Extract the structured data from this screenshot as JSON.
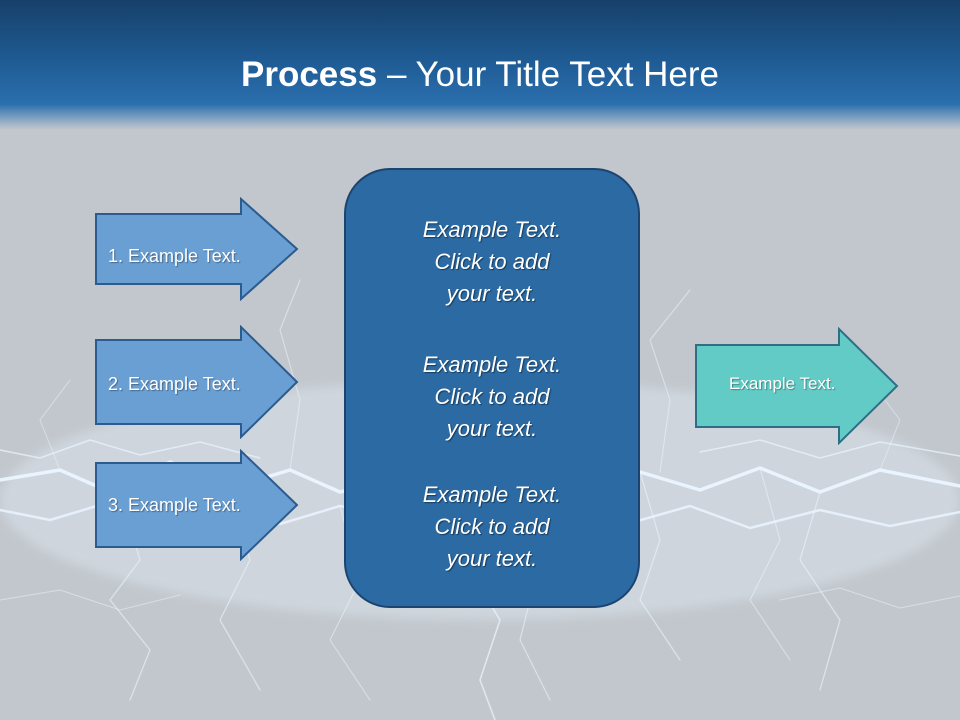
{
  "slide": {
    "title_bold": "Process",
    "title_rest": " – Your Title Text Here"
  },
  "left_arrows": [
    {
      "label": "1. Example Text."
    },
    {
      "label": "2. Example Text."
    },
    {
      "label": "3. Example Text."
    }
  ],
  "center_box": {
    "blocks": [
      {
        "lines": [
          "Example Text.",
          "Click  to add",
          "your text."
        ]
      },
      {
        "lines": [
          "Example Text.",
          "Click  to add",
          "your text."
        ]
      },
      {
        "lines": [
          "Example Text.",
          "Click  to add",
          "your text."
        ]
      }
    ]
  },
  "right_arrow": {
    "label": "Example Text."
  },
  "colors": {
    "header_blue": "#1e5a92",
    "left_arrow_fill": "#6a9fd4",
    "left_arrow_border": "#2c5b8e",
    "center_box_fill": "#2b6aa3",
    "right_arrow_fill": "#62cbc6",
    "right_arrow_border": "#2f6f86",
    "background": "#c2c7cd"
  }
}
